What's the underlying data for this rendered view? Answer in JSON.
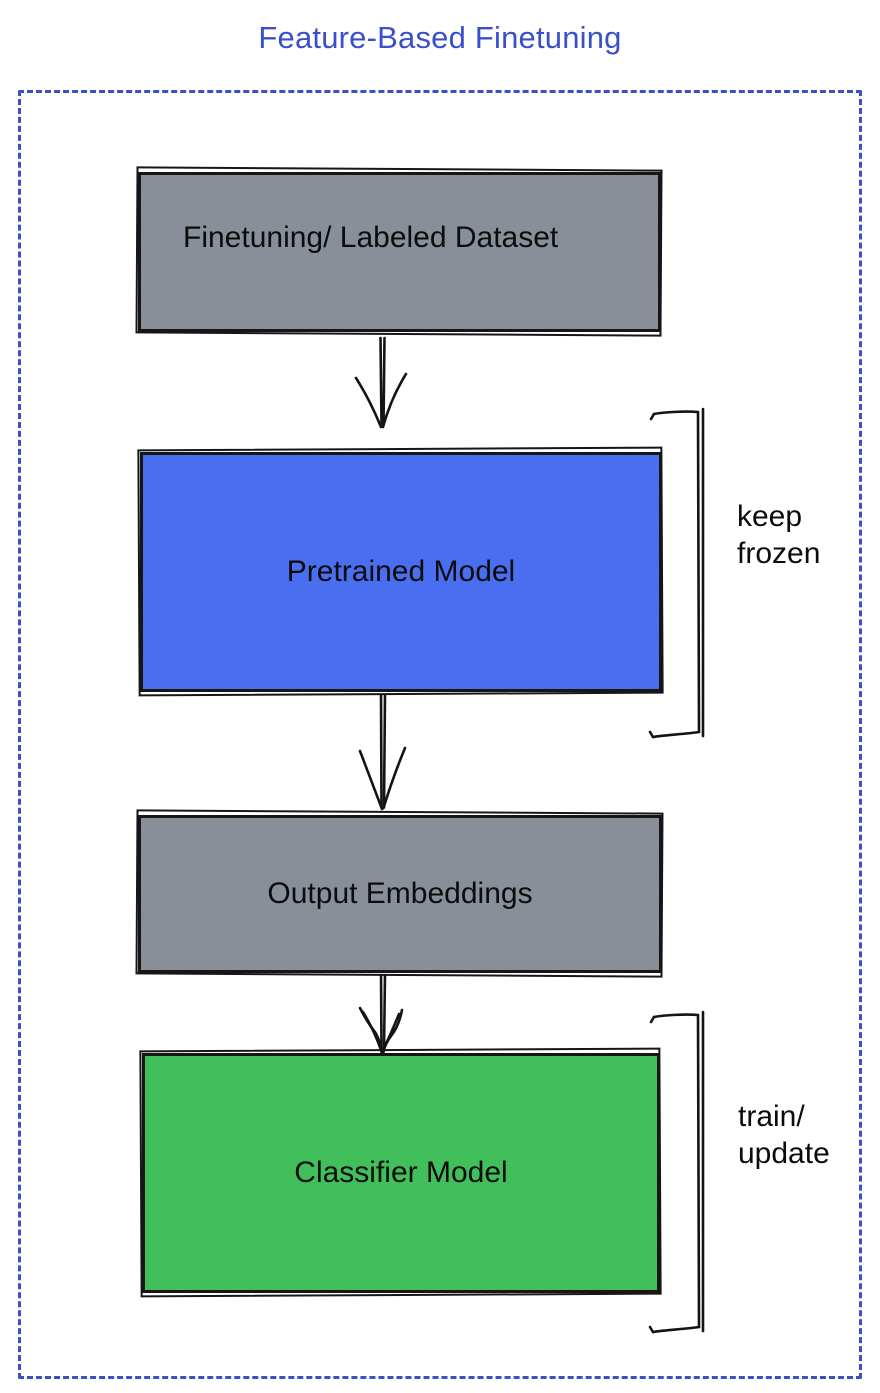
{
  "title": "Feature-Based Finetuning",
  "colors": {
    "accent_blue": "#3a50cb",
    "node_gray": "#888f98",
    "node_blue": "#4a6ef0",
    "node_green": "#41bf5b",
    "stroke": "#141414"
  },
  "diagram": {
    "nodes": [
      {
        "id": "finetuning-dataset",
        "label": "Finetuning/ Labeled Dataset",
        "color": "#888f98"
      },
      {
        "id": "pretrained-model",
        "label": "Pretrained Model",
        "color": "#4a6ef0"
      },
      {
        "id": "output-embeddings",
        "label": "Output Embeddings",
        "color": "#888f98"
      },
      {
        "id": "classifier-model",
        "label": "Classifier Model",
        "color": "#41bf5b"
      }
    ],
    "edges": [
      {
        "from": "finetuning-dataset",
        "to": "pretrained-model"
      },
      {
        "from": "pretrained-model",
        "to": "output-embeddings"
      },
      {
        "from": "output-embeddings",
        "to": "classifier-model"
      }
    ],
    "annotations": [
      {
        "target": "pretrained-model",
        "label": "keep\nfrozen"
      },
      {
        "target": "classifier-model",
        "label": "train/\nupdate"
      }
    ]
  }
}
